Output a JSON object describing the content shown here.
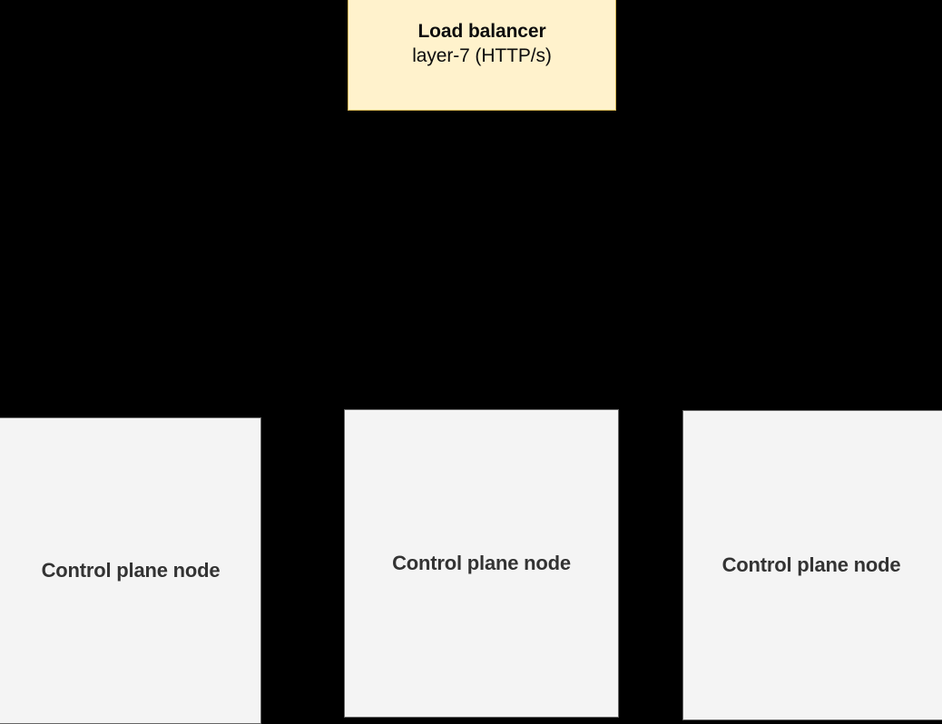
{
  "diagram": {
    "background_color": "#000000",
    "nodes": [
      {
        "id": "load-balancer",
        "kind": "load-balancer",
        "title": "Load balancer",
        "subtitle": "layer-7 (HTTP/s)",
        "fill_color": "#fff2cc",
        "border_color": "#d6b656",
        "text_color": "#0d0d0d"
      },
      {
        "id": "control-plane-node-1",
        "kind": "control-plane-node",
        "label": "Control plane node",
        "fill_color": "#f4f4f4",
        "border_color": "#666666",
        "text_color": "#333333"
      },
      {
        "id": "control-plane-node-2",
        "kind": "control-plane-node",
        "label": "Control plane node",
        "fill_color": "#f4f4f4",
        "border_color": "#666666",
        "text_color": "#333333"
      },
      {
        "id": "control-plane-node-3",
        "kind": "control-plane-node",
        "label": "Control plane node",
        "fill_color": "#f4f4f4",
        "border_color": "#666666",
        "text_color": "#333333"
      }
    ]
  }
}
